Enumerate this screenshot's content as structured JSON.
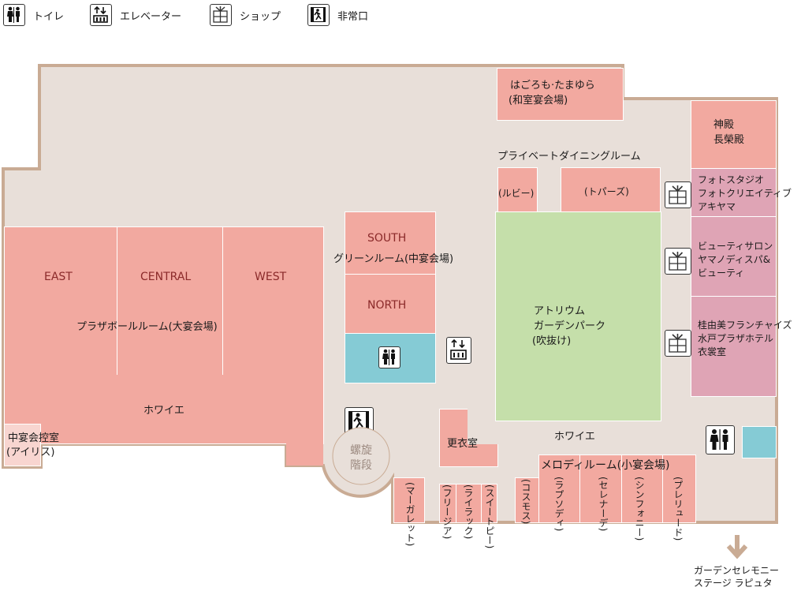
{
  "legend": [
    {
      "icon": "restroom-icon",
      "label": "トイレ"
    },
    {
      "icon": "elevator-icon",
      "label": "エレベーター"
    },
    {
      "icon": "shop-icon",
      "label": "ショップ"
    },
    {
      "icon": "emergency-exit-icon",
      "label": "非常口"
    }
  ],
  "rooms": {
    "plaza": {
      "east": "EAST",
      "central": "CENTRAL",
      "west": "WEST",
      "name": "プラザボールルーム(大宴会場)"
    },
    "foyer_left": "ホワイエ",
    "anteroom": {
      "line1": "中宴会控室",
      "line2": "(アイリス)"
    },
    "green": {
      "south": "SOUTH",
      "north": "NORTH",
      "name": "グリーンルーム(中宴会場)"
    },
    "stairs": {
      "line1": "螺旋",
      "line2": "階段"
    },
    "hagoromo": {
      "line1": "はごろも·たまゆら",
      "line2": "(和室宴会場)"
    },
    "private_dining": {
      "name": "プライベートダイニングルーム",
      "ruby": "(ルビー)",
      "topaz": "(トパーズ)"
    },
    "atrium": {
      "line1": "アトリウム",
      "line2": "ガーデンパーク",
      "line3": "(吹抜け)"
    },
    "shinden": {
      "line1": "神殿",
      "line2": "長榮殿"
    },
    "photo": {
      "line1": "フォトスタジオ",
      "line2": "フォトクリエイティブ",
      "line3": "アキヤマ"
    },
    "beauty": {
      "line1": "ビューティサロン",
      "line2": "ヤマノディスパ&",
      "line3": "ビューティ"
    },
    "costume": {
      "line1": "桂由美フランチャイズ",
      "line2": "水戸プラザホテル",
      "line3": "衣裳室"
    },
    "dressing": "更衣室",
    "foyer_right": "ホワイエ",
    "melody": "メロディルーム(小宴会場)",
    "small": [
      "(マーガレット)",
      "(フリージア)",
      "(ライラック)",
      "(スイートピー)",
      "(コスモス)",
      "(ラプソディ)",
      "(セレナーデ)",
      "(シンフォニー)",
      "(プレリュード)"
    ]
  },
  "direction": {
    "line1": "ガーデンセレモニー",
    "line2": "ステージ ラピュタ"
  },
  "colors": {
    "floor": "#e8dfd9",
    "outline": "#c9ab94",
    "room": "#f2a9a0",
    "shop": "#dfa4b5",
    "restroom": "#85cbd5",
    "atrium": "#c5dfaa"
  }
}
